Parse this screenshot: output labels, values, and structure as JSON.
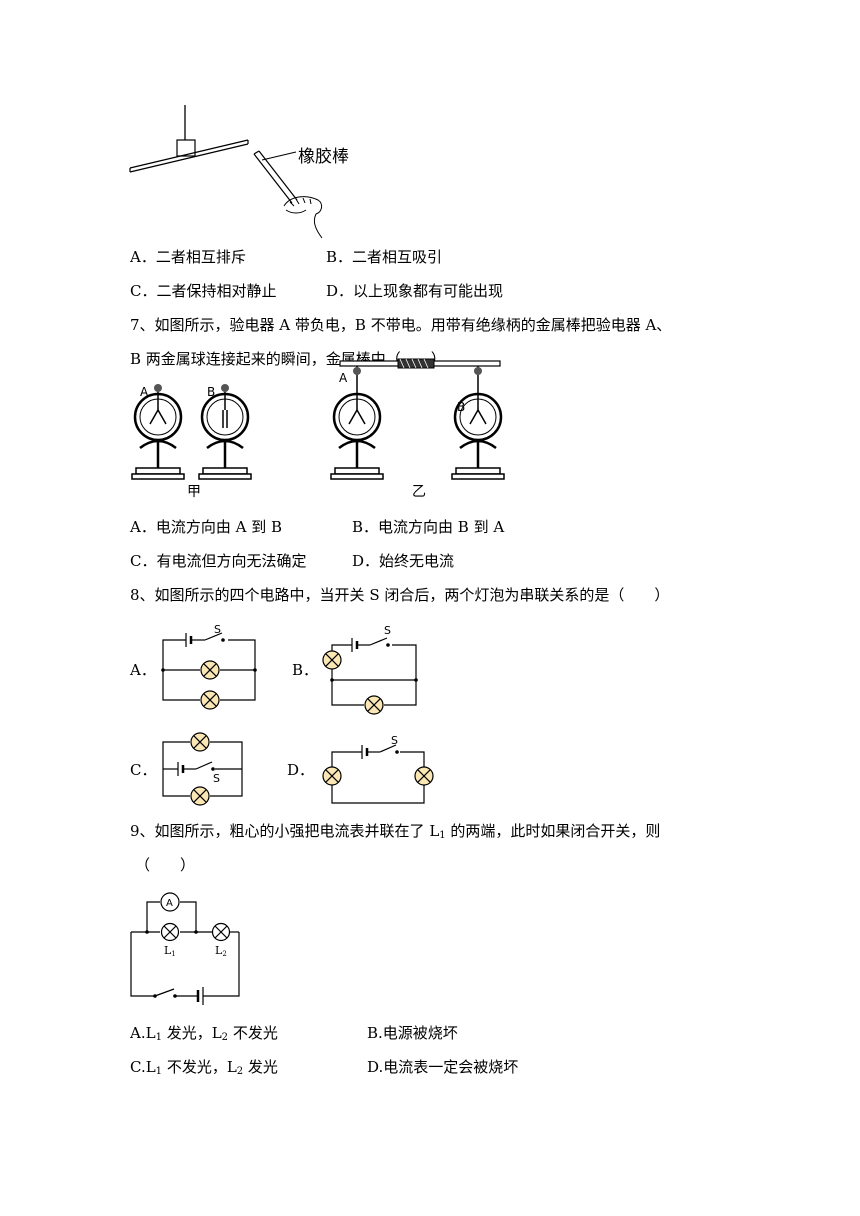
{
  "fig_q6": {
    "rod_label": "橡胶棒"
  },
  "q6_options": {
    "a": "A．二者相互排斥",
    "b": "B．二者相互吸引",
    "c": "C．二者保持相对静止",
    "d": "D．以上现象都有可能出现"
  },
  "q7": {
    "line1": "7、如图所示，验电器 A 带负电，B 不带电。用带有绝缘柄的金属棒把验电器 A、",
    "line2": "B 两金属球连接起来的瞬间，金属棒中（　　）",
    "fig_label_a": "A",
    "fig_label_b": "B",
    "fig_label_a2": "A",
    "fig_label_b2": "B",
    "caption_left": "甲",
    "caption_right": "乙",
    "options": {
      "a": "A．电流方向由 A 到 B",
      "b": "B．电流方向由 B 到 A",
      "c": "C．有电流但方向无法确定",
      "d": "D．始终无电流"
    }
  },
  "q8": {
    "line1": "8、如图所示的四个电路中，当开关 S 闭合后，两个灯泡为串联关系的是（　　）",
    "label_a": "A．",
    "label_b": "B．",
    "label_c": "C．",
    "label_d": "D．",
    "switch_label": "S"
  },
  "q9": {
    "line1": "9、如图所示，粗心的小强把电流表并联在了 L",
    "line1_sub": "1",
    "line1_end": " 的两端，此时如果闭合开关，则",
    "line2": "（　　）",
    "ammeter": "A",
    "l1": "L",
    "l1_sub": "1",
    "l2": "L",
    "l2_sub": "2",
    "options": {
      "a_pre": "A.L",
      "a_sub1": "1",
      "a_mid": " 发光，L",
      "a_sub2": "2",
      "a_end": " 不发光",
      "b": "B.电源被烧坏",
      "c_pre": "C.L",
      "c_sub1": "1",
      "c_mid": " 不发光，L",
      "c_sub2": "2",
      "c_end": " 发光",
      "d": "D.电流表一定会被烧坏"
    }
  }
}
